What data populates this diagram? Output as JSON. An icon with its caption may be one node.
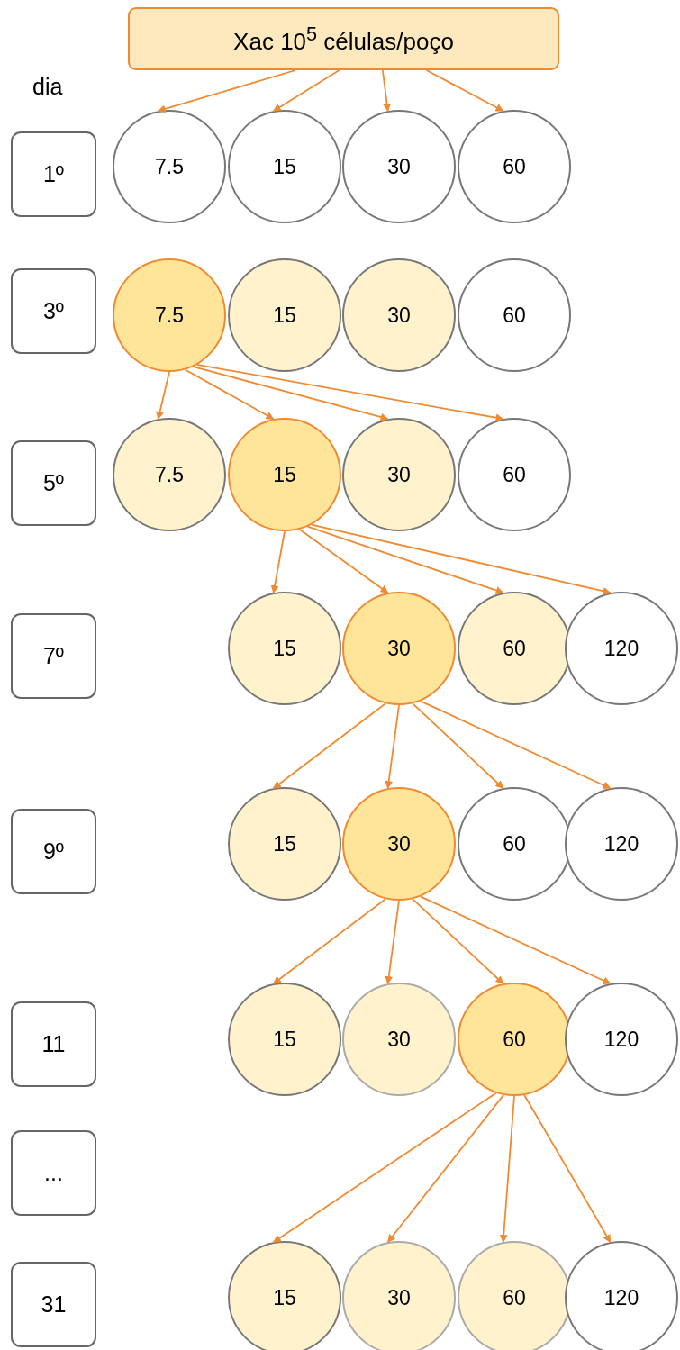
{
  "diagram": {
    "nodes": [
      {
        "text": [
          "Xac 10$^{5}$ células/poço"
        ]
      },
      {
        "text": [
          "1º"
        ]
      },
      {
        "text": [
          "7.5"
        ]
      },
      {
        "text": [
          "15"
        ]
      },
      {
        "text": [
          "30"
        ]
      },
      {
        "text": [
          "60"
        ]
      },
      {
        "text": [
          "3º"
        ]
      },
      {
        "text": [
          "7.5"
        ]
      },
      {
        "text": [
          "15"
        ]
      },
      {
        "text": [
          "30"
        ]
      },
      {
        "text": [
          "60"
        ]
      },
      {
        "text": [
          "5º"
        ]
      },
      {
        "text": [
          "7.5"
        ]
      },
      {
        "text": [
          "15"
        ]
      },
      {
        "text": [
          "30"
        ]
      },
      {
        "text": [
          "60"
        ]
      },
      {
        "text": [
          "7º"
        ]
      },
      {
        "text": [
          "15"
        ]
      },
      {
        "text": [
          "30"
        ]
      },
      {
        "text": [
          "60"
        ]
      },
      {
        "text": [
          "120"
        ]
      },
      {
        "text": [
          "9º"
        ]
      },
      {
        "text": [
          "15"
        ]
      },
      {
        "text": [
          "30"
        ]
      },
      {
        "text": [
          "60"
        ]
      },
      {
        "text": [
          "120"
        ]
      },
      {
        "text": [
          "11"
        ]
      },
      {
        "text": [
          "15"
        ]
      },
      {
        "text": [
          "30"
        ]
      },
      {
        "text": [
          "60"
        ]
      },
      {
        "text": [
          "120"
        ]
      },
      {
        "text": [
          "..."
        ]
      },
      {
        "text": [
          "31"
        ]
      },
      {
        "text": [
          "15"
        ]
      },
      {
        "text": [
          "30"
        ]
      },
      {
        "text": [
          "60"
        ]
      },
      {
        "text": [
          "120"
        ]
      }
    ],
    "edges": [
      {
        "from": 0,
        "to": 2,
        "arrow": "to"
      },
      {
        "from": 0,
        "to": 3,
        "arrow": "to"
      },
      {
        "from": 0,
        "to": 4,
        "arrow": "to"
      },
      {
        "from": 0,
        "to": 5,
        "arrow": "to"
      },
      {
        "from": 7,
        "to": 12,
        "arrow": "to"
      },
      {
        "from": 7,
        "to": 13,
        "arrow": "to"
      },
      {
        "from": 7,
        "to": 14,
        "arrow": "to"
      },
      {
        "from": 7,
        "to": 15,
        "arrow": "to"
      },
      {
        "from": 13,
        "to": 17,
        "arrow": "to"
      },
      {
        "from": 13,
        "to": 18,
        "arrow": "to"
      },
      {
        "from": 13,
        "to": 19,
        "arrow": "to"
      },
      {
        "from": 13,
        "to": 20,
        "arrow": "to"
      },
      {
        "from": 18,
        "to": 22,
        "arrow": "to"
      },
      {
        "from": 18,
        "to": 23,
        "arrow": "to"
      },
      {
        "from": 18,
        "to": 24,
        "arrow": "to"
      },
      {
        "from": 18,
        "to": 25,
        "arrow": "to"
      },
      {
        "from": 23,
        "to": 27,
        "arrow": "to"
      },
      {
        "from": 23,
        "to": 28,
        "arrow": "to"
      },
      {
        "from": 23,
        "to": 29,
        "arrow": "to"
      },
      {
        "from": 23,
        "to": 30,
        "arrow": "to"
      },
      {
        "from": 29,
        "to": 33,
        "arrow": "to"
      },
      {
        "from": 29,
        "to": 34,
        "arrow": "to"
      },
      {
        "from": 29,
        "to": 35,
        "arrow": "to"
      },
      {
        "from": 29,
        "to": 36,
        "arrow": "to"
      }
    ],
    "labels": [
      "dia"
    ]
  }
}
